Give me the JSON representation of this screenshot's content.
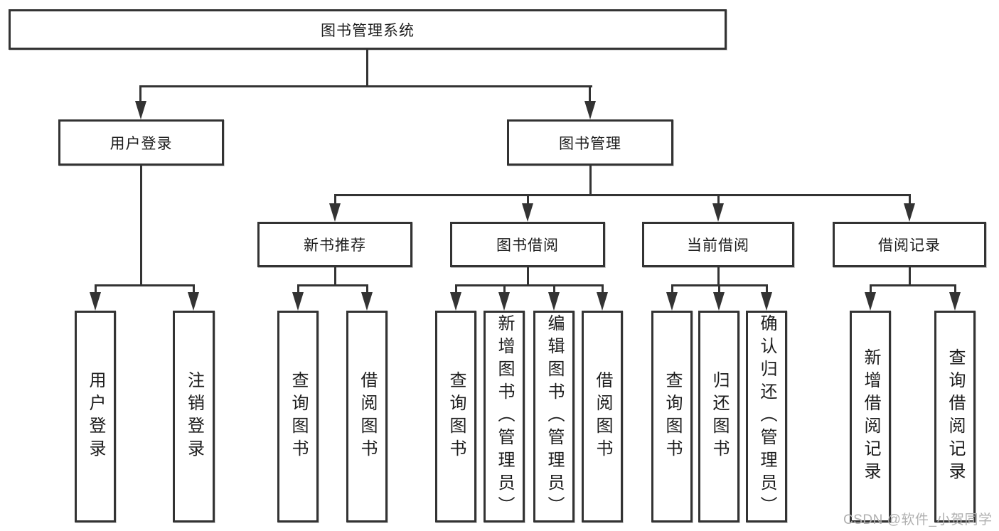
{
  "diagram": {
    "root": "图书管理系统",
    "level2": [
      "用户登录",
      "图书管理"
    ],
    "level3": [
      "新书推荐",
      "图书借阅",
      "当前借阅",
      "借阅记录"
    ],
    "leaves_user_login": [
      "用户登录",
      "注销登录"
    ],
    "leaves_new_books": [
      "查询图书",
      "借阅图书"
    ],
    "leaves_borrowing": [
      "查询图书",
      "新增图书（管理员）",
      "编辑图书（管理员）",
      "借阅图书"
    ],
    "leaves_current": [
      "查询图书",
      "归还图书",
      "确认归还（管理员）"
    ],
    "leaves_records": [
      "新增借阅记录",
      "查询借阅记录"
    ]
  },
  "watermark": "CSDN @软件_小贺同学",
  "colors": {
    "line": "#333333",
    "text": "#1c1c1c",
    "watermark": "#b0b0b0",
    "background": "#ffffff"
  }
}
